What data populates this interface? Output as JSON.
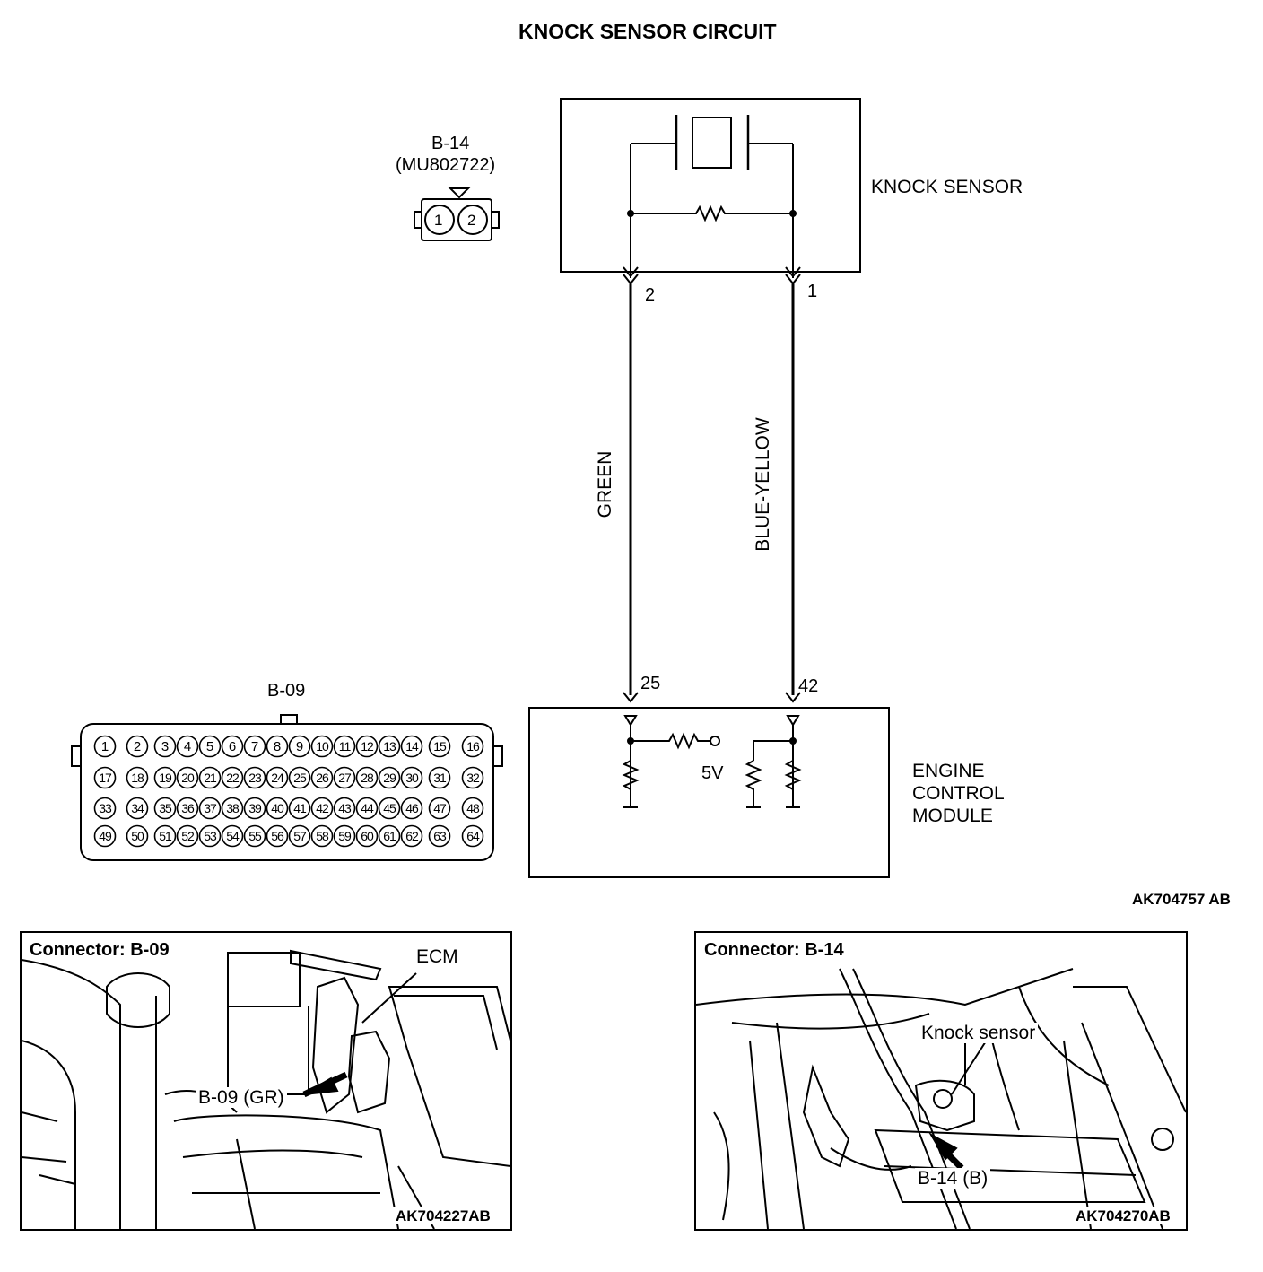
{
  "title": "KNOCK SENSOR CIRCUIT",
  "colors": {
    "line": "#000000",
    "background": "#ffffff"
  },
  "connector_b14": {
    "id": "B-14",
    "part": "(MU802722)",
    "pins": [
      "1",
      "2"
    ]
  },
  "connector_b09": {
    "id": "B-09",
    "pins": [
      "1",
      "2",
      "3",
      "4",
      "5",
      "6",
      "7",
      "8",
      "9",
      "10",
      "11",
      "12",
      "13",
      "14",
      "15",
      "16",
      "17",
      "18",
      "19",
      "20",
      "21",
      "22",
      "23",
      "24",
      "25",
      "26",
      "27",
      "28",
      "29",
      "30",
      "31",
      "32",
      "33",
      "34",
      "35",
      "36",
      "37",
      "38",
      "39",
      "40",
      "41",
      "42",
      "43",
      "44",
      "45",
      "46",
      "47",
      "48",
      "49",
      "50",
      "51",
      "52",
      "53",
      "54",
      "55",
      "56",
      "57",
      "58",
      "59",
      "60",
      "61",
      "62",
      "63",
      "64"
    ]
  },
  "knock_sensor": {
    "label": "KNOCK SENSOR",
    "pin_left": "2",
    "pin_right": "1"
  },
  "wires": {
    "left": "GREEN",
    "right": "BLUE-YELLOW"
  },
  "ecm": {
    "label_line1": "ENGINE",
    "label_line2": "CONTROL",
    "label_line3": "MODULE",
    "pin_left": "25",
    "pin_right": "42",
    "voltage": "5V"
  },
  "diagram_code": "AK704757 AB",
  "photo_left": {
    "title": "Connector: B-09",
    "callout_ecm": "ECM",
    "callout_connector": "B-09 (GR)",
    "code": "AK704227AB"
  },
  "photo_right": {
    "title": "Connector: B-14",
    "callout_sensor": "Knock sensor",
    "callout_connector": "B-14 (B)",
    "code": "AK704270AB"
  }
}
